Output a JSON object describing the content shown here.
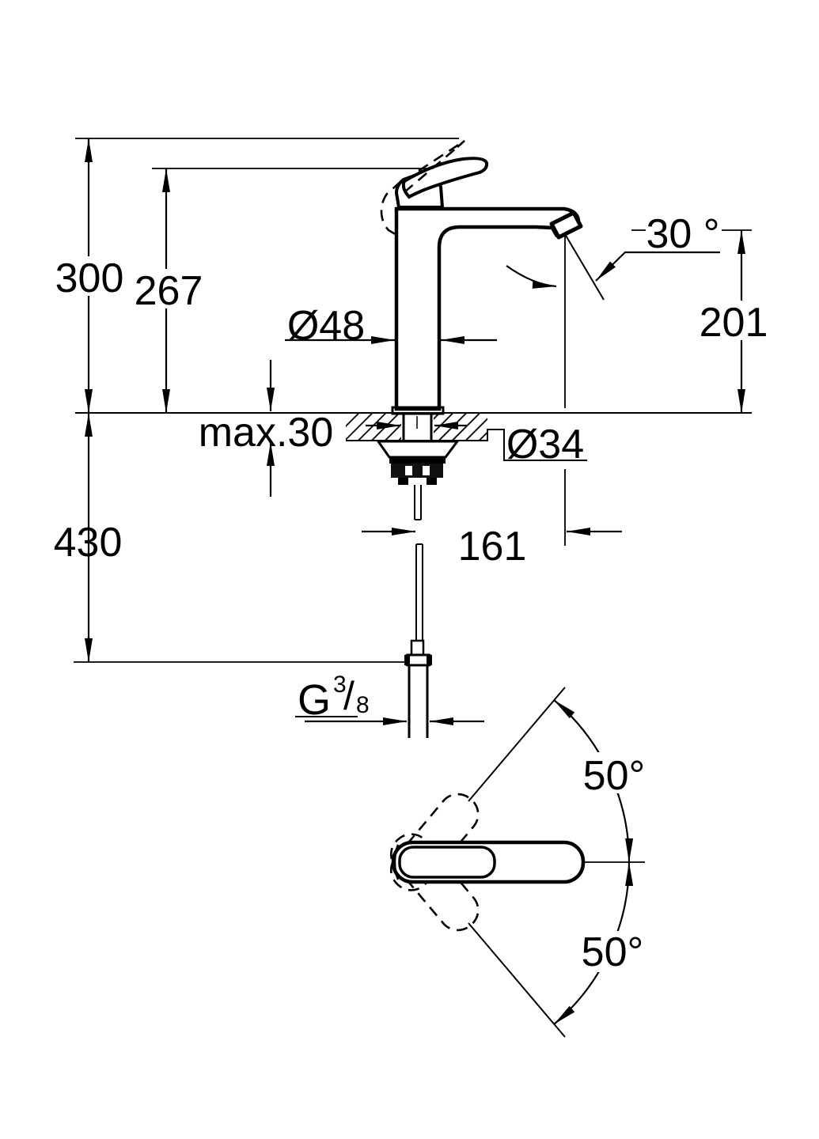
{
  "front_view": {
    "overall_height": "300",
    "lever_top_height": "267",
    "spout_angle": "30 °",
    "body_diameter": "Ø48",
    "outlet_height": "201",
    "max_mount_thickness": "max.30",
    "hole_diameter": "Ø34",
    "below_deck_depth": "430",
    "spout_reach": "161",
    "thread_size": {
      "prefix": "G",
      "numerator": "3",
      "slash": "/",
      "denominator": "8"
    }
  },
  "top_view": {
    "swivel_angle_upper": "50°",
    "swivel_angle_lower": "50°"
  },
  "colors": {
    "ink": "#000000",
    "paper": "#ffffff"
  }
}
